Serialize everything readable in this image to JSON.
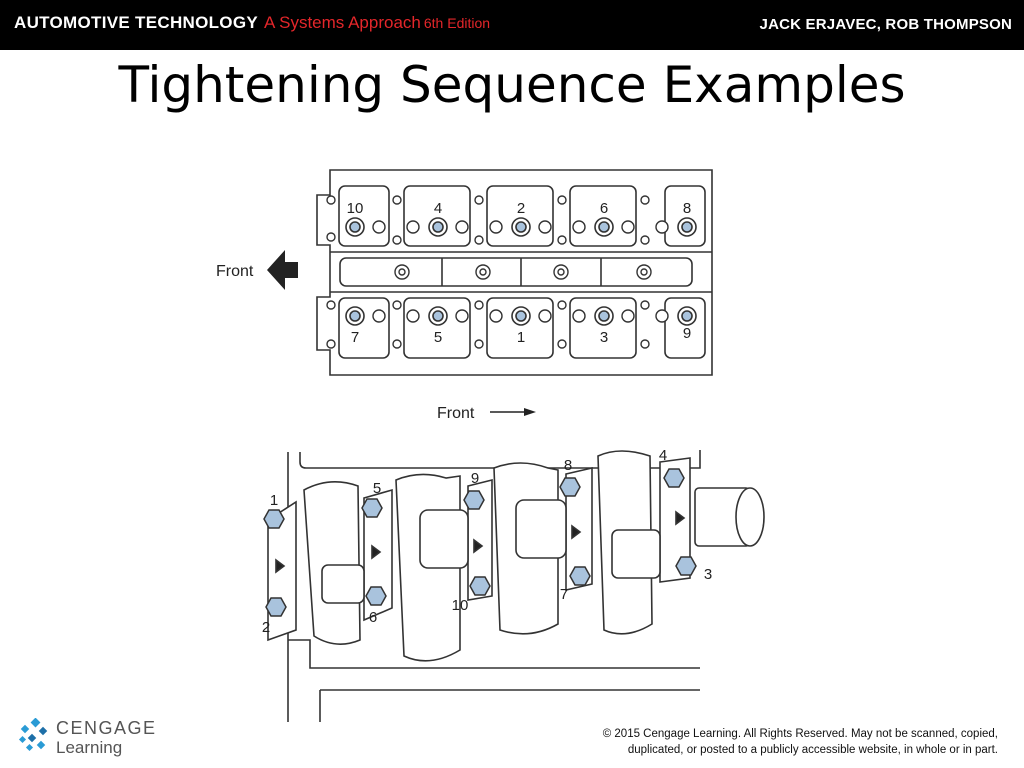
{
  "header": {
    "book_title": "AUTOMOTIVE TECHNOLOGY",
    "subtitle": "A Systems Approach",
    "edition": "6th Edition",
    "authors": "JACK ERJAVEC, ROB THOMPSON"
  },
  "slide": {
    "title": "Tightening Sequence Examples"
  },
  "figures": {
    "head": {
      "front_label": "Front",
      "top_numbers": [
        "10",
        "4",
        "2",
        "6",
        "8"
      ],
      "bottom_numbers": [
        "7",
        "5",
        "1",
        "3",
        "9"
      ]
    },
    "crank": {
      "front_label": "Front",
      "callouts": [
        "1",
        "2",
        "5",
        "6",
        "9",
        "10",
        "8",
        "7",
        "4",
        "3"
      ]
    }
  },
  "footer": {
    "logo_line1": "CENGAGE",
    "logo_line2": "Learning",
    "copyright_line1": "© 2015 Cengage Learning. All Rights Reserved. May not be scanned, copied,",
    "copyright_line2": "duplicated, or posted to a publicly accessible website, in whole or in part."
  },
  "colors": {
    "header_bg": "#000000",
    "accent_red": "#e3262a",
    "bolt_fill": "#a9c3dd",
    "line": "#333333"
  }
}
